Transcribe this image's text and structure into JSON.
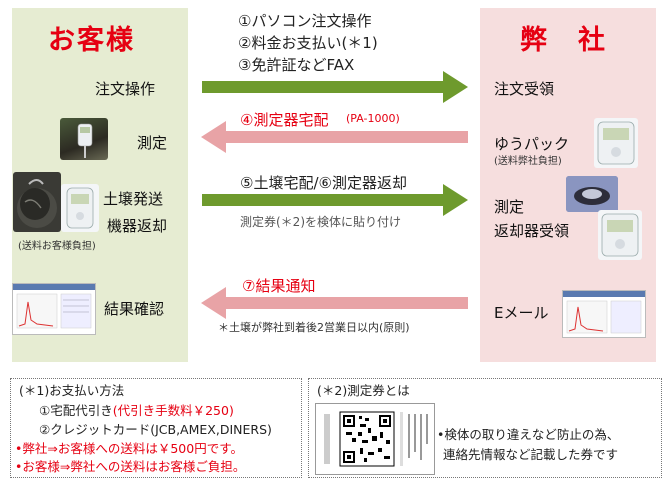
{
  "customer": {
    "title": "お客様",
    "order_op": "注文操作",
    "measure": "測定",
    "soil_send_1": "土壌発送",
    "soil_send_2": "機器返却",
    "shipping_customer": "(送料お客様負担)",
    "result_check": "結果確認"
  },
  "company": {
    "title": "弊　社",
    "order_receive": "注文受領",
    "yupack": "ゆうパック",
    "shipping_company": "(送料弊社負担)",
    "measure": "測定",
    "device_receive": "返却器受領",
    "email": "Eメール"
  },
  "steps": {
    "s1": "①パソコン注文操作",
    "s2": "②料金お支払い(＊1)",
    "s3": "③免許証などFAX",
    "s4": "④測定器宅配",
    "s4_code": "(PA-1000)",
    "s56": "⑤土壌宅配/⑥測定器返却",
    "s56_note": "測定券(＊2)を検体に貼り付け",
    "s7": "⑦結果通知",
    "s7_note": "＊土壌が弊社到着後2営業日以内(原則)"
  },
  "payment": {
    "title": "(＊1)お支払い方法",
    "cod_label": "①宅配代引き",
    "cod_fee": "(代引き手数料￥250)",
    "credit": "②クレジットカード(JCB,AMEX,DINERS)",
    "ship_to_customer": "•弊社⇒お客様への送料は￥500円です。",
    "ship_to_company": "•お客様⇒弊社への送料はお客様ご負担。"
  },
  "ticket": {
    "title": "(＊2)測定券とは",
    "desc_1": "•検体の取り違えなど防止の為、",
    "desc_2": "連絡先情報など記載した券です"
  },
  "colors": {
    "green_arrow": "#6e9a2d",
    "pink_arrow": "#e8a3a6",
    "accent_red": "#e60012",
    "left_panel": "#e6ecd2",
    "right_panel": "#f6dede"
  }
}
